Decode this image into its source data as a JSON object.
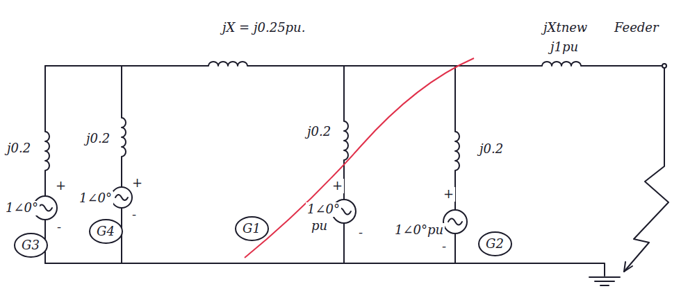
{
  "diagram": {
    "nodes": [
      {
        "text": [
          "G3"
        ]
      },
      {
        "text": [
          "G4"
        ]
      },
      {
        "text": [
          "G1"
        ]
      },
      {
        "text": [
          "G2"
        ]
      }
    ],
    "labels": [
      "jX = j0.25pu.",
      "jXtnew",
      "Feeder",
      "j1pu",
      "j0.2",
      "j0.2",
      "j0.2",
      "j0.2",
      "+",
      "1∠0°",
      "-",
      "+",
      "1∠0°",
      "-",
      "+",
      "1∠0°",
      "pu",
      "-",
      "+",
      "1∠0°pu",
      "-"
    ]
  }
}
